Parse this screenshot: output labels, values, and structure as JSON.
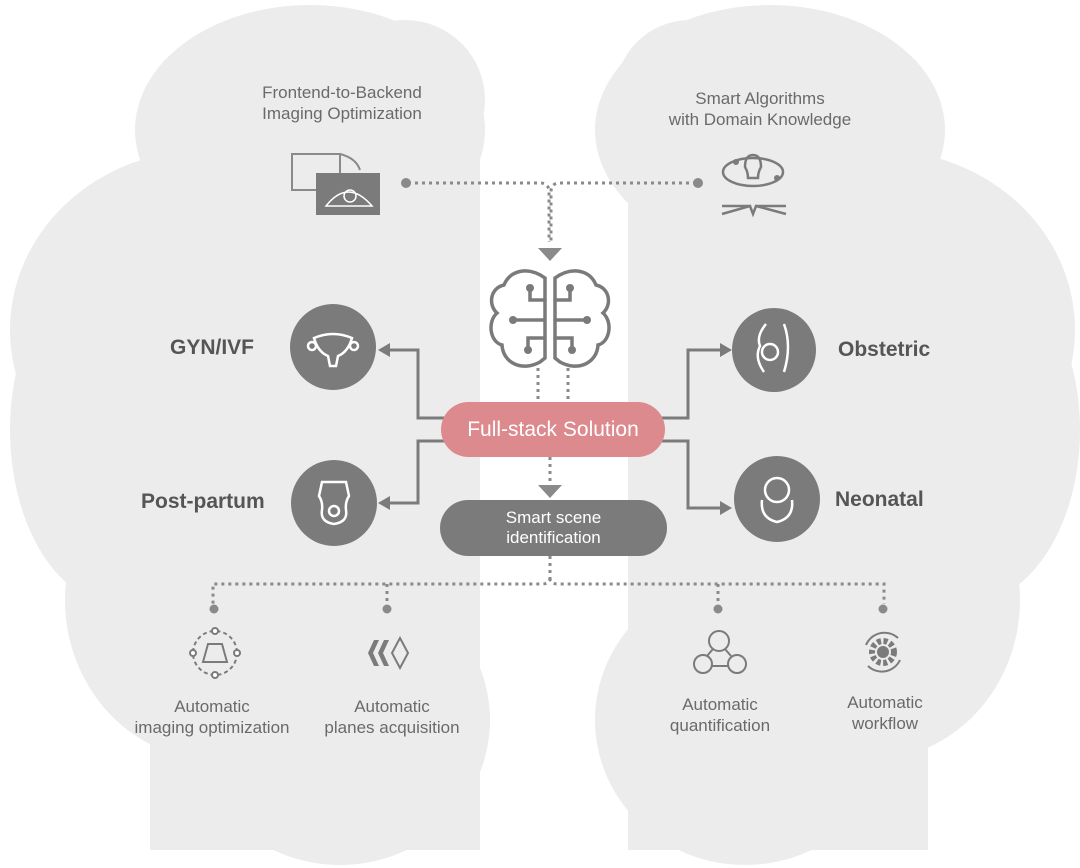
{
  "top_left": {
    "line1": "Frontend-to-Backend",
    "line2": "Imaging Optimization",
    "icon": "ultrasound-screen-icon"
  },
  "top_right": {
    "line1": "Smart Algorithms",
    "line2": "with Domain Knowledge",
    "icon": "lightbulb-book-icon"
  },
  "center": {
    "brain_icon": "circuit-brain-icon",
    "main_label": "Full-stack Solution",
    "scene_line1": "Smart scene",
    "scene_line2": "identification"
  },
  "categories": {
    "gyn": "GYN/IVF",
    "postpartum": "Post-partum",
    "obstetric": "Obstetric",
    "neonatal": "Neonatal"
  },
  "features": [
    {
      "line1": "Automatic",
      "line2": "imaging optimization",
      "icon": "imaging-optimization-icon"
    },
    {
      "line1": "Automatic",
      "line2": "planes acquisition",
      "icon": "planes-acquisition-icon"
    },
    {
      "line1": "Automatic",
      "line2": "quantification",
      "icon": "quantification-icon"
    },
    {
      "line1": "Automatic",
      "line2": "workflow",
      "icon": "workflow-gear-icon"
    }
  ],
  "colors": {
    "cloud": "#ececed",
    "dark": "#7b7b7b",
    "accent": "#dc8a8d",
    "line": "#8a8a8a"
  }
}
